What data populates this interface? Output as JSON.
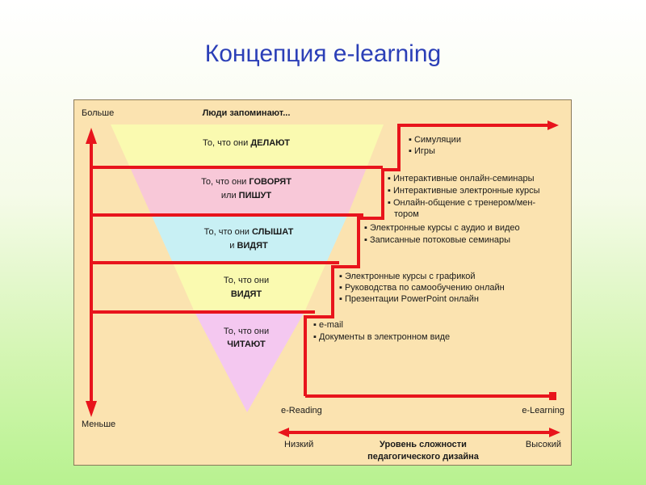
{
  "slide": {
    "title": "Концепция e-learning"
  },
  "diagram": {
    "top_left_label": "Больше",
    "bottom_left_label": "Меньше",
    "header": "Люди запоминают...",
    "layers": [
      {
        "pre": "То, что они",
        "bold": "ДЕЛАЮТ",
        "line2": "",
        "line2_bold": "",
        "color": "#fafab0"
      },
      {
        "pre": "То, что они",
        "bold": "ГОВОРЯТ",
        "line2": "или",
        "line2_bold": "ПИШУТ",
        "color": "#f8c8d8"
      },
      {
        "pre": "То, что они",
        "bold": "СЛЫШАТ",
        "line2": "и",
        "line2_bold": "ВИДЯТ",
        "color": "#c8f0f4"
      },
      {
        "pre": "То, что они",
        "bold": "",
        "line2": "",
        "line2_bold": "ВИДЯТ",
        "color": "#fafab0"
      },
      {
        "pre": "То, что они",
        "bold": "",
        "line2": "",
        "line2_bold": "ЧИТАЮТ",
        "color": "#f4c8f0"
      }
    ],
    "groups": [
      [
        "Симуляции",
        "Игры"
      ],
      [
        "Интерактивные онлайн-семинары",
        "Интерактивные электронные курсы",
        "Онлайн-общение с тренером/мен-",
        "тором"
      ],
      [
        "Электронные курсы с аудио и видео",
        "Записанные потоковые семинары"
      ],
      [
        "Электронные курсы с графикой",
        "Руководства по самообучению онлайн",
        "Презентации PowerPoint онлайн"
      ],
      [
        "e-mail",
        "Документы в электронном виде"
      ]
    ],
    "bottom_axis": {
      "left_end": "e-Reading",
      "right_end": "e-Learning",
      "low": "Низкий",
      "high": "Высокий",
      "title_line1": "Уровень сложности",
      "title_line2": "педагогического дизайна"
    },
    "colors": {
      "line": "#e8141c",
      "text": "#1a1a1a"
    }
  }
}
